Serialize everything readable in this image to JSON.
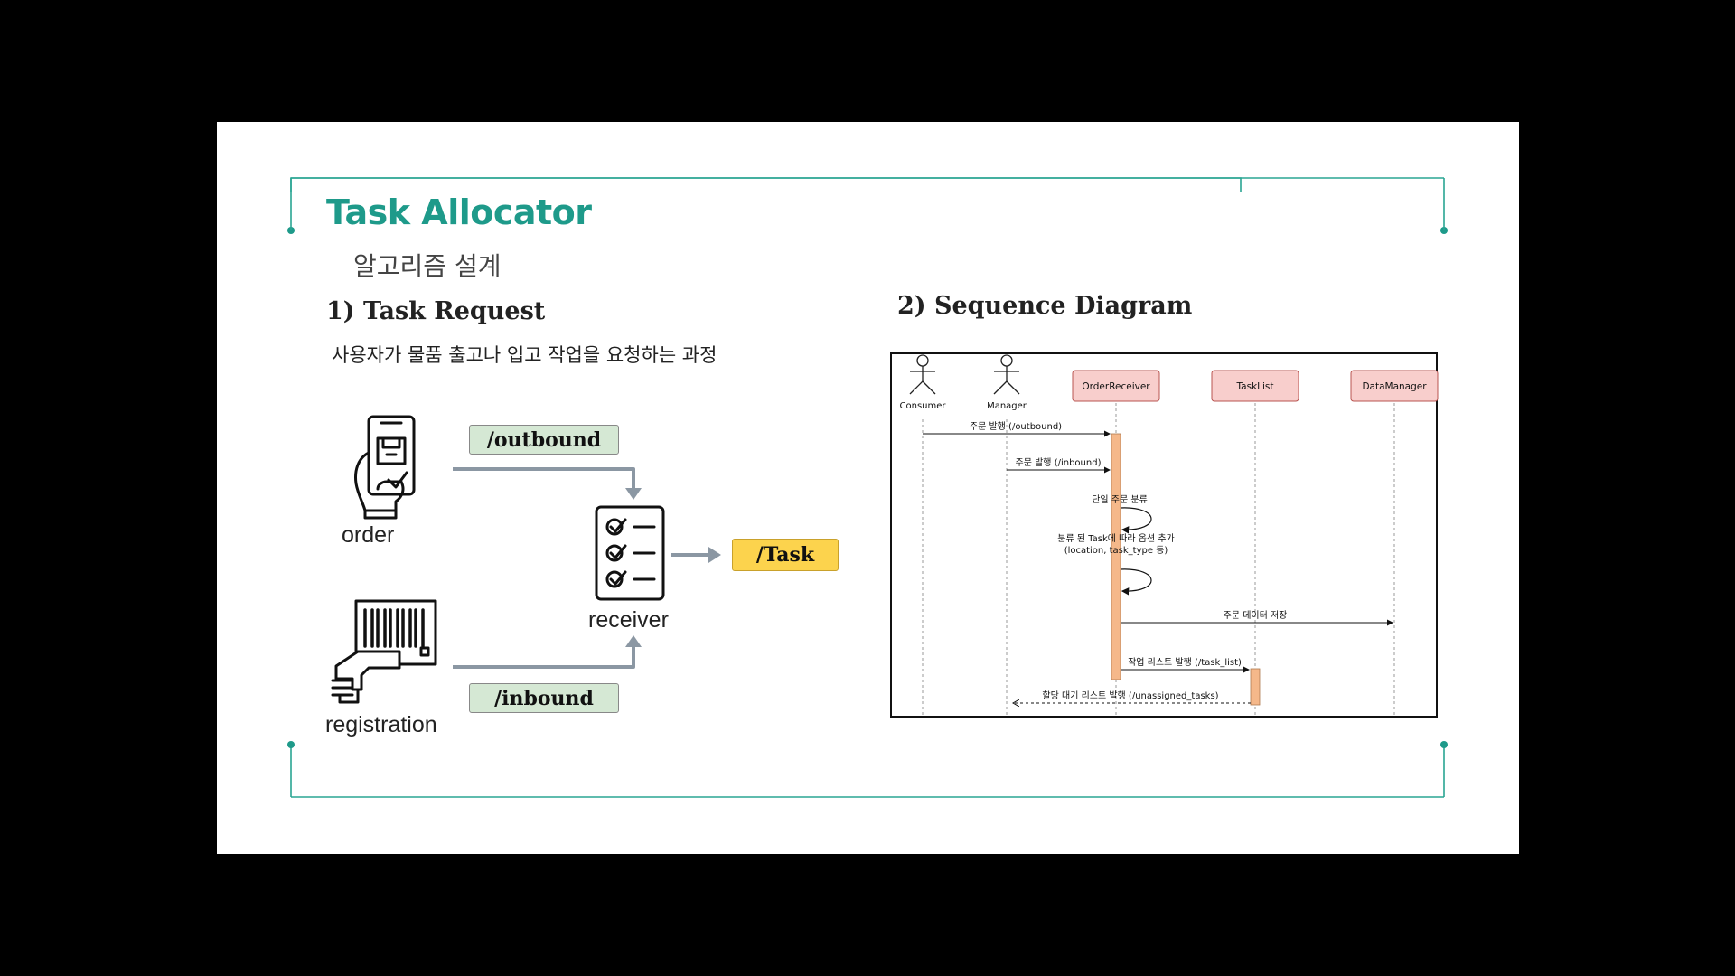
{
  "slide": {
    "title": "Task Allocator",
    "subtitle": "알고리즘 설계",
    "accent_color": "#1e9a8a"
  },
  "section1": {
    "heading": "1) Task Request",
    "description": "사용자가 물품 출고나 입고 작업을 요청하는 과정",
    "nodes": {
      "order": "order",
      "registration": "registration",
      "receiver": "receiver"
    },
    "endpoints": {
      "outbound": "/outbound",
      "inbound": "/inbound",
      "task": "/Task"
    },
    "icons": [
      "phone-order-icon",
      "barcode-scanner-icon",
      "checklist-icon"
    ]
  },
  "section2": {
    "heading": "2) Sequence Diagram",
    "actors": [
      "Consumer",
      "Manager"
    ],
    "participants": [
      "OrderReceiver",
      "TaskList",
      "DataManager"
    ],
    "messages": {
      "m1": "주문 발행 (/outbound)",
      "m2": "주문 발행 (/inbound)",
      "m3": "단일 주문 분류",
      "m4a": "분류 된 Task에 따라 옵션 추가",
      "m4b": "(location, task_type 등)",
      "m5": "주문 데이터 저장",
      "m6": "작업 리스트 발행 (/task_list)",
      "m7": "할당 대기 리스트 발행 (/unassigned_tasks)"
    },
    "colors": {
      "participant_fill": "#f8cecc",
      "participant_border": "#b85450",
      "activation_fill": "#f5b88a"
    }
  }
}
